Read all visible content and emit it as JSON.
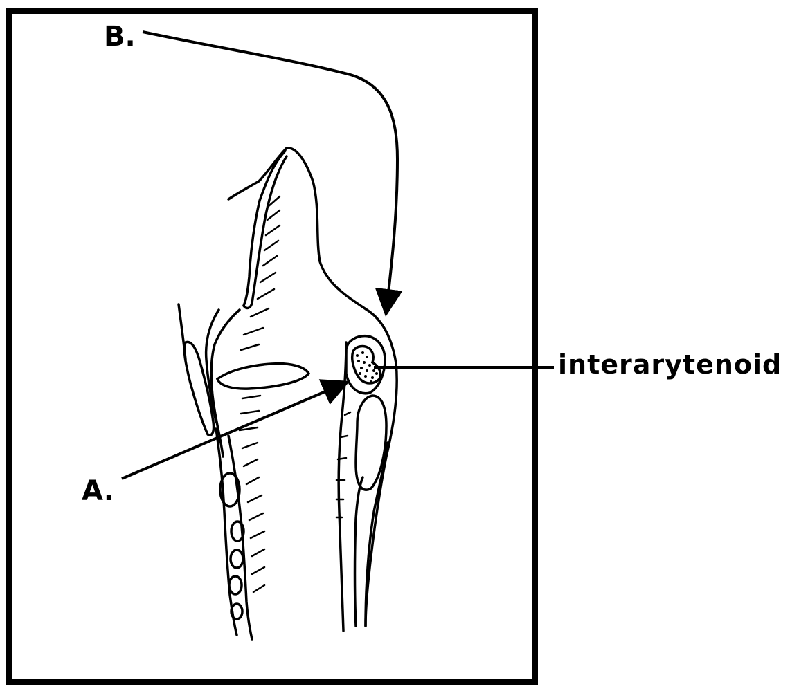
{
  "diagram": {
    "labels": {
      "b": "B.",
      "a": "A.",
      "interarytenoid": "interarytenoid"
    }
  }
}
